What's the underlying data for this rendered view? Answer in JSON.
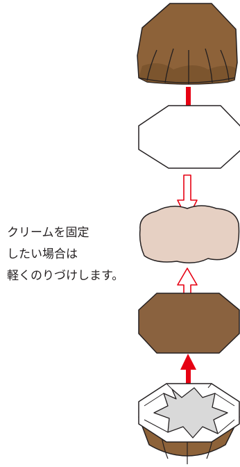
{
  "caption": {
    "lines": [
      "クリームを固定",
      "したい場合は",
      "軽くのりづけします。"
    ]
  },
  "colors": {
    "dome": "#8d6239",
    "dome_dark": "#6f4a27",
    "cream": "#e6d0c3",
    "base_disc": "#8a623f",
    "paper_liner": "#d9d9d9",
    "arrow_red": "#e60012",
    "outline": "#231f20"
  },
  "icons": {
    "step_arrow_solid": "red-down-arrow-icon",
    "step_arrow_outline": "outline-red-arrow-icon"
  }
}
